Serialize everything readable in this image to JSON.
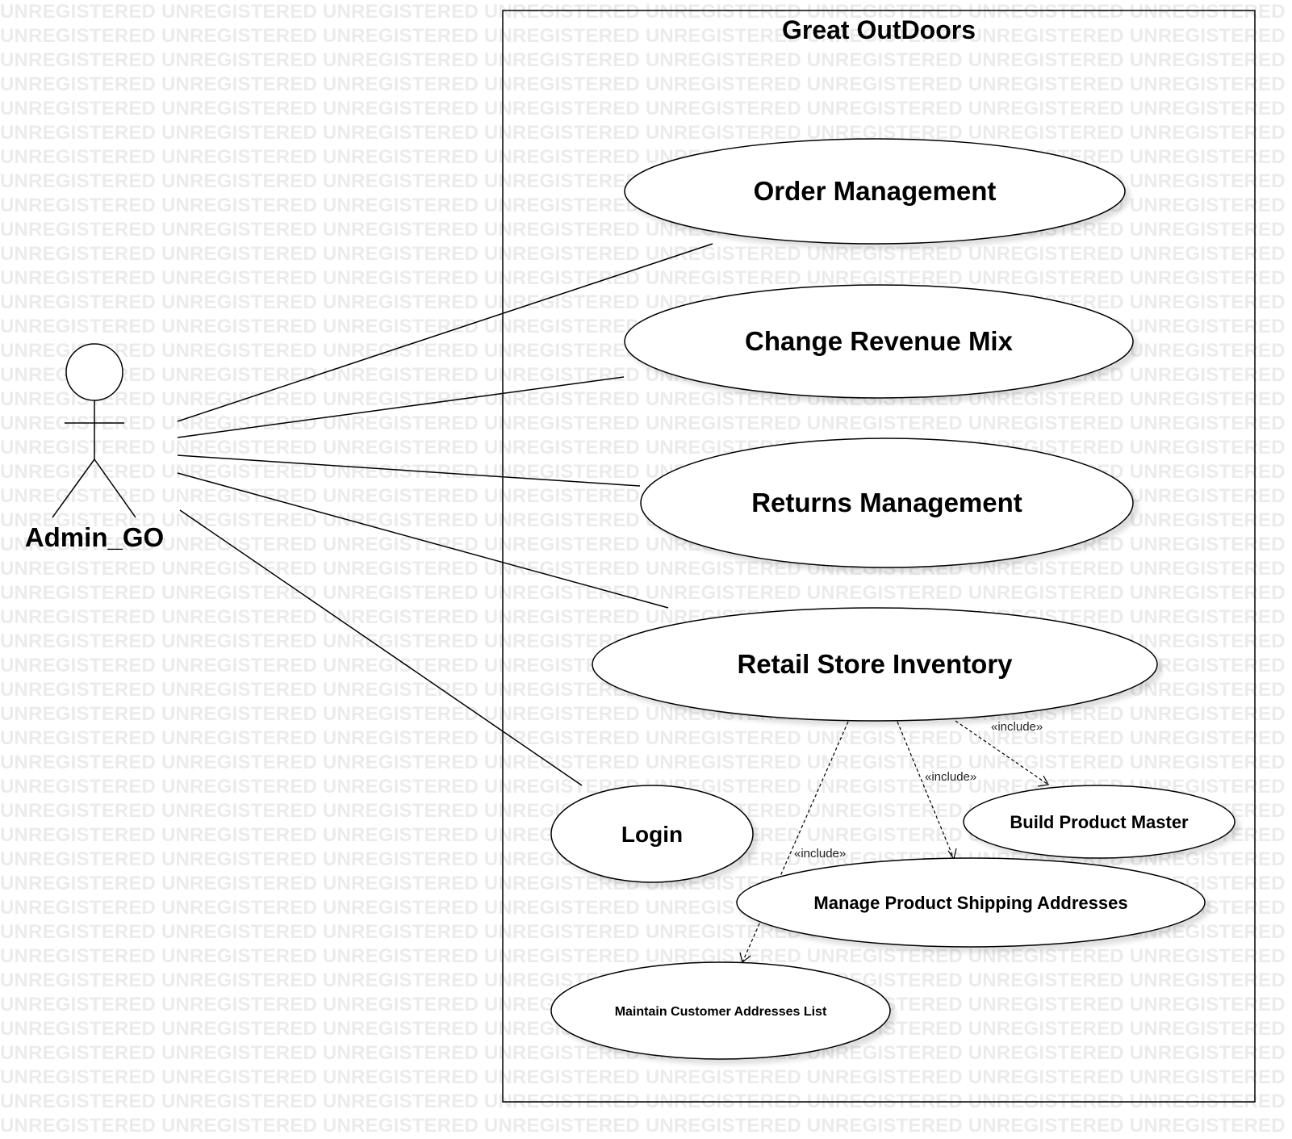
{
  "watermark": "UNREGISTERED",
  "system": {
    "title": "Great OutDoors"
  },
  "actor": {
    "name": "Admin_GO"
  },
  "use_cases": {
    "order_management": "Order Management",
    "change_revenue_mix": "Change Revenue Mix",
    "returns_management": "Returns Management",
    "retail_store_inventory": "Retail Store Inventory",
    "login": "Login",
    "build_product_master": "Build Product Master",
    "manage_product_shipping_addresses": "Manage Product Shipping Addresses",
    "maintain_customer_addresses_list": "Maintain Customer Addresses List"
  },
  "relationships": {
    "include_label": "«include»"
  }
}
